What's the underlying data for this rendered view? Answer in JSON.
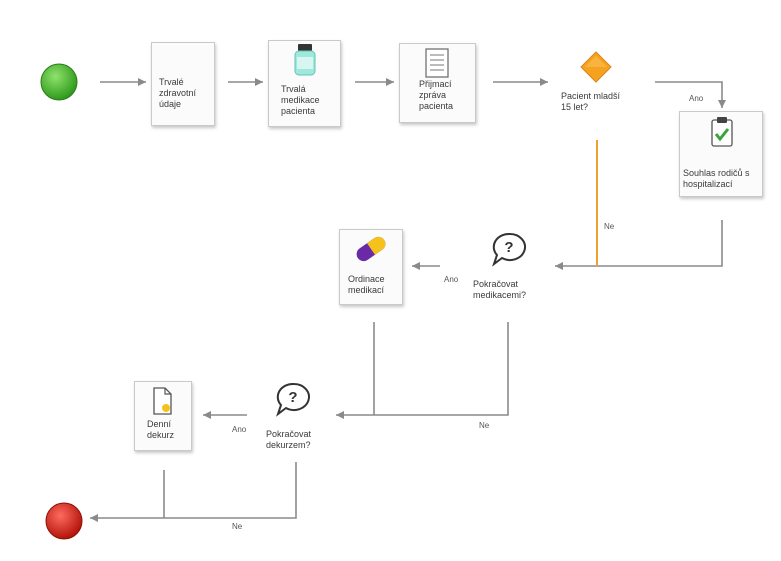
{
  "diagram": {
    "start_color": "#3fae2a",
    "end_color": "#d81f12",
    "decision_color": "#f6a21e",
    "highlight_edge_color": "#f0a030",
    "edge_color": "#8a8a8a",
    "nodes": {
      "trvale_udaje": "Trvalé\nzdravotní\núdaje",
      "trvala_medikace": "Trvalá\nmedikace\npacienta",
      "prijmaci_zprava": "Přijmací\nzpráva\npacienta",
      "pacient_mladsi": "Pacient mladší\n15 let?",
      "souhlas_rodicu": "Souhlas rodičů s\nhospitalizací",
      "pokracovat_medikaci": "Pokračovat\nmedikacemi?",
      "ordinace_medikaci": "Ordinace\nmedikací",
      "pokracovat_dekurzem": "Pokračovat\ndekurzem?",
      "denni_dekurz": "Denní\ndekurz"
    },
    "edge_labels": {
      "ano_souhlas": "Ano",
      "ne_age": "Ne",
      "ano_medikace": "Ano",
      "ne_medikace": "Ne",
      "ano_dekurz": "Ano",
      "ne_dekurz": "Ne"
    },
    "icons": {
      "trvala_medikace": "medicine-bottle-icon",
      "prijmaci_zprava": "report-list-icon",
      "pacient_mladsi": "decision-diamond-icon",
      "souhlas_rodicu": "clipboard-check-icon",
      "pokracovat_medikaci": "question-bubble-icon",
      "ordinace_medikaci": "pill-capsule-icon",
      "pokracovat_dekurzem": "question-bubble-icon",
      "denni_dekurz": "document-icon"
    }
  }
}
